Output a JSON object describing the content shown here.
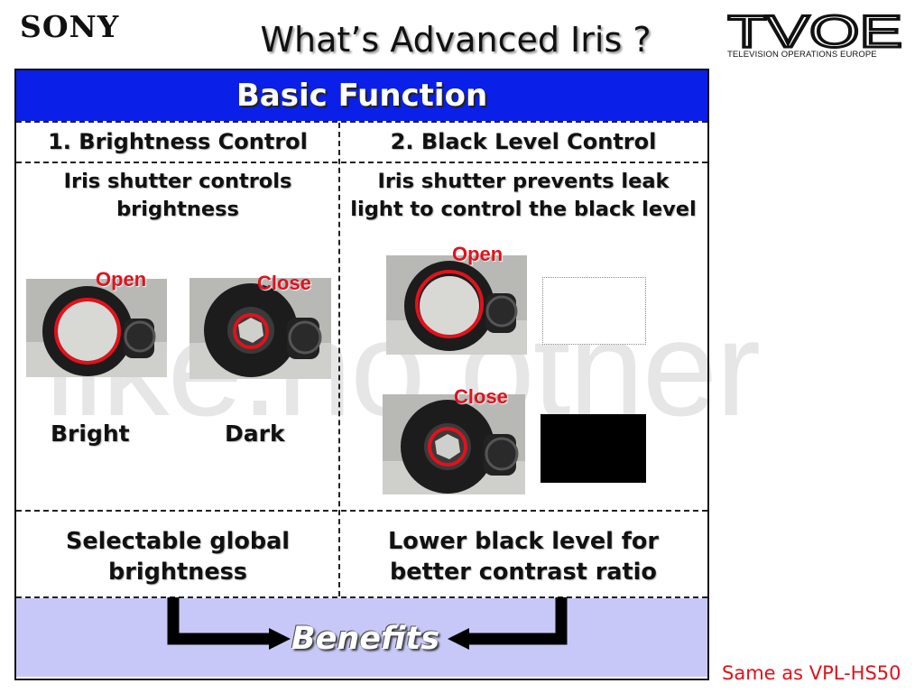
{
  "brand": {
    "logo": "SONY"
  },
  "title": "What’s Advanced Iris ?",
  "partner_logo": {
    "text": "TVOE",
    "subtitle": "TELEVISION OPERATIONS EUROPE"
  },
  "watermark": "like.no.other",
  "header": "Basic Function",
  "columns": [
    {
      "heading": "1. Brightness Control",
      "description_lines": [
        "Iris shutter controls",
        "brightness"
      ],
      "states": [
        {
          "iris_label": "Open",
          "caption": "Bright"
        },
        {
          "iris_label": "Close",
          "caption": "Dark"
        }
      ],
      "benefit_lines": [
        "Selectable global",
        "brightness"
      ]
    },
    {
      "heading": "2. Black Level Control",
      "description_lines": [
        "Iris shutter prevents leak",
        "light to control the black level"
      ],
      "states": [
        {
          "iris_label": "Open"
        },
        {
          "iris_label": "Close"
        }
      ],
      "benefit_lines": [
        "Lower black level for",
        "better contrast ratio"
      ]
    }
  ],
  "benefits_label": "Benefits",
  "footnote": "Same as VPL-HS50",
  "colors": {
    "header_band": "#0a1fe8",
    "benefits_band": "#c8c8f8",
    "accent_red": "#e0121c"
  },
  "icons": {
    "iris_photo": "iris-shutter-photo-icon",
    "arrow": "arrow-right-icon"
  }
}
